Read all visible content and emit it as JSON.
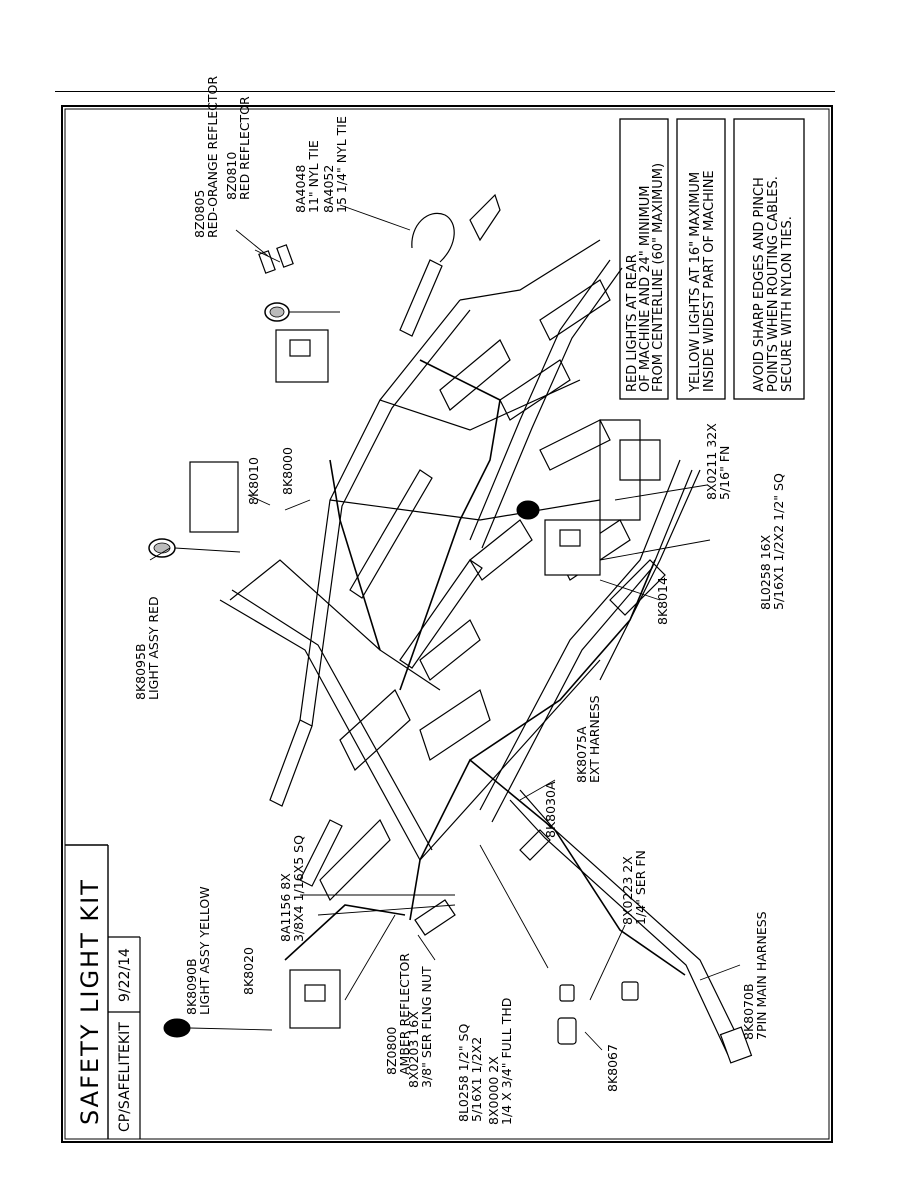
{
  "title": "SAFETY LIGHT KIT",
  "footer": {
    "drawing_id": "CP/SAFELITEKIT",
    "date": "9/22/14"
  },
  "notes": {
    "red_lights": [
      "RED LIGHTS AT REAR",
      "OF MACHINE AND 24\" MINIMUM",
      "FROM CENTERLINE (60\" MAXIMUM)"
    ],
    "yellow_lights": [
      "YELLOW LIGHTS AT 16\" MAXIMUM",
      "INSIDE WIDEST PART OF MACHINE"
    ],
    "cables": [
      "AVOID SHARP EDGES AND PINCH",
      "POINTS WHEN ROUTING CABLES.",
      "SECURE WITH NYLON TIES."
    ]
  },
  "labels": {
    "light_yellow": [
      "8K8090B",
      "LIGHT ASSY YELLOW"
    ],
    "bracket_left": [
      "8K8020"
    ],
    "amber_reflector": [
      "8Z0800",
      "AMBER REFLECTOR"
    ],
    "flange_nut": [
      "8X0203 16X",
      "3/8\" SER FLNG NUT"
    ],
    "bolt_3_8": [
      "8A1156 8X",
      "3/8X4 1/16X5 SQ"
    ],
    "bolt_5_16_left": [
      "8L0258 1/2\" SQ",
      "5/16X1 1/2X2"
    ],
    "thd_bolt": [
      "8X0000 2X",
      "1/4 X 3/4\" FULL THD"
    ],
    "nut_1_4": [
      "8X0223 2X",
      "1/4\" SER FN"
    ],
    "main_harness": [
      "8K8070B",
      "7PIN MAIN HARNESS"
    ],
    "plug": [
      "8K8067"
    ],
    "ext_harness": [
      "8K8075A",
      "EXT HARNESS"
    ],
    "harness_30a": [
      "8K8030A"
    ],
    "light_red": [
      "8K8095B",
      "LIGHT ASSY RED"
    ],
    "bracket_8010": [
      "8K8010"
    ],
    "bracket_8000": [
      "8K8000"
    ],
    "bracket_8014": [
      "8K8014"
    ],
    "bolt_5_16_right": [
      "8L0258 16X",
      "5/16X1 1/2X2 1/2\" SQ"
    ],
    "fn_5_16": [
      "8X0211 32X",
      "5/16\" FN"
    ],
    "red_orange_reflector": [
      "8Z0805",
      "RED-ORANGE REFLECTOR"
    ],
    "red_reflector": [
      "8Z0810",
      "RED REFLECTOR"
    ],
    "nyl_tie_11": [
      "8A4048",
      "11\" NYL TIE"
    ],
    "nyl_tie_15": [
      "8A4052",
      "15 1/4\" NYL TIE"
    ]
  }
}
